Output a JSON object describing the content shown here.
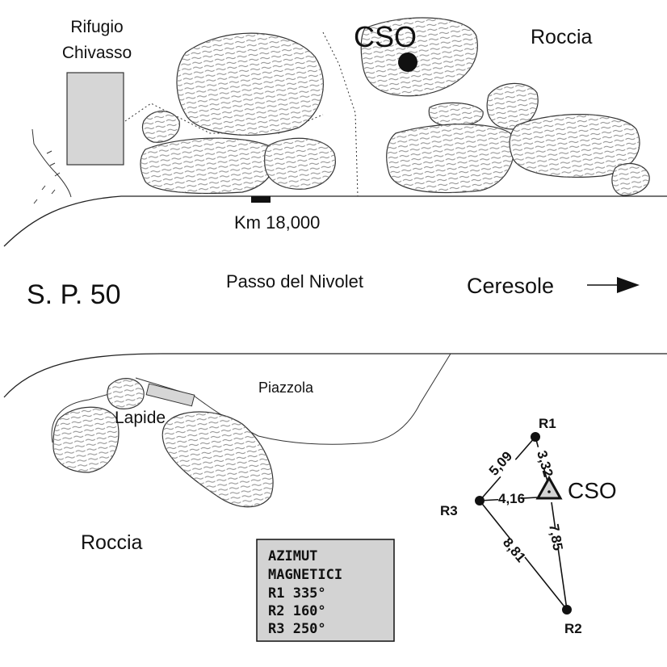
{
  "labels": {
    "rifugio_line1": "Rifugio",
    "rifugio_line2": "Chivasso",
    "cso_top": "CSO",
    "roccia_top": "Roccia",
    "km": "Km 18,000",
    "road_name": "S. P. 50",
    "pass_name": "Passo del Nivolet",
    "destination": "Ceresole",
    "piazzola": "Piazzola",
    "lapide": "Lapide",
    "roccia_bottom": "Roccia"
  },
  "azimut": {
    "title1": "AZIMUT",
    "title2": "MAGNETICI",
    "r1": "R1 335°",
    "r2": "R2 160°",
    "r3": "R3 250°"
  },
  "survey": {
    "r1": "R1",
    "r2": "R2",
    "r3": "R3",
    "cso": "CSO",
    "d_r1_cso": "3,32",
    "d_r3_r1": "5,09",
    "d_r3_cso": "4,16",
    "d_cso_r2": "7,85",
    "d_r3_r2": "8,81"
  },
  "colors": {
    "building": "#d6d6d6",
    "azimut_box": "#d3d3d3",
    "ink": "#111111"
  }
}
